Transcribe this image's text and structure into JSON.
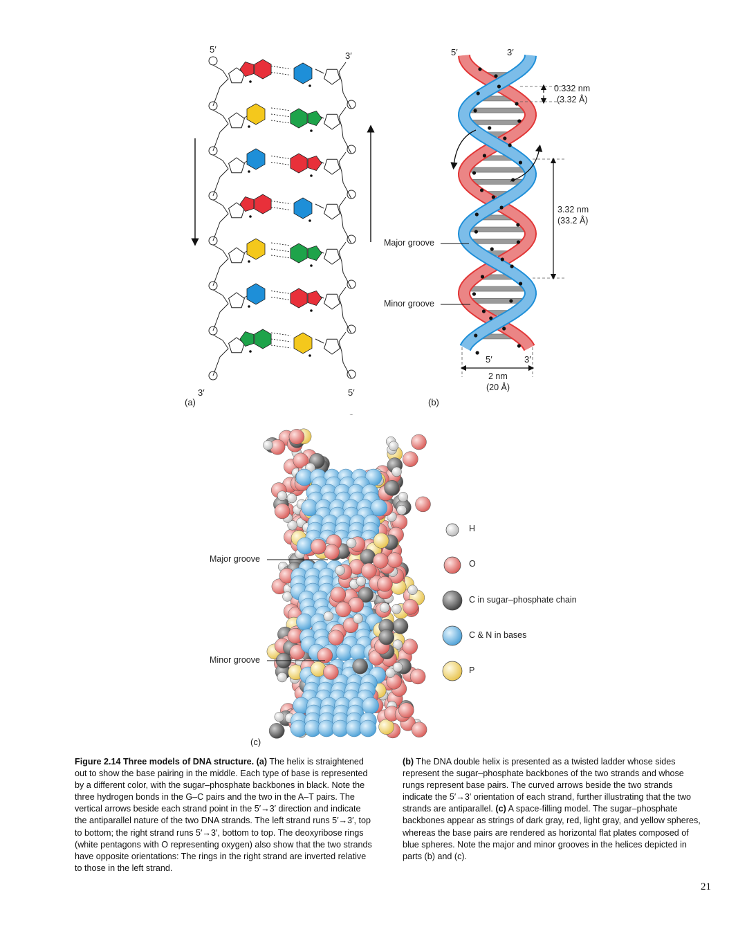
{
  "panel_a": {
    "label": "(a)",
    "end_top_left": "5′",
    "end_top_right": "3′",
    "end_bottom_left": "3′",
    "end_bottom_right": "5′",
    "base_pairs": [
      {
        "left": "red-purine",
        "right": "blue-pyrimidine",
        "bonds": 2
      },
      {
        "left": "yellow-pyrimidine",
        "right": "green-purine",
        "bonds": 3
      },
      {
        "left": "blue-pyrimidine",
        "right": "red-purine",
        "bonds": 2
      },
      {
        "left": "red-purine",
        "right": "blue-pyrimidine",
        "bonds": 2
      },
      {
        "left": "yellow-pyrimidine",
        "right": "green-purine",
        "bonds": 3
      },
      {
        "left": "blue-pyrimidine",
        "right": "red-purine",
        "bonds": 2
      },
      {
        "left": "green-purine",
        "right": "yellow-pyrimidine",
        "bonds": 3
      }
    ],
    "colors": {
      "red": "#e8303a",
      "blue": "#1e8fd8",
      "yellow": "#f4c81c",
      "green": "#1ea34a"
    }
  },
  "panel_b": {
    "label": "(b)",
    "top_left": "5′",
    "top_right": "3′",
    "bottom_left": "5′",
    "bottom_right": "3′",
    "rise_value": "0.332 nm",
    "rise_angstrom": "(3.32 Å)",
    "pitch_value": "3.32 nm",
    "pitch_angstrom": "(33.2 Å)",
    "width_value": "2 nm",
    "width_angstrom": "(20 Å)",
    "major_groove": "Major groove",
    "minor_groove": "Minor groove"
  },
  "panel_c": {
    "label": "(c)",
    "major_groove": "Major groove",
    "minor_groove": "Minor groove",
    "legend": [
      {
        "label": "H",
        "color": "#eeeeee"
      },
      {
        "label": "O",
        "color": "#f08a86"
      },
      {
        "label": "C in sugar–phosphate chain",
        "color": "#8a8a8a"
      },
      {
        "label": "C & N in bases",
        "color": "#7ec3ee"
      },
      {
        "label": "P",
        "color": "#f7e08a"
      }
    ]
  },
  "caption": {
    "title": "Figure 2.14 Three models of DNA structure.",
    "a_tag": "(a)",
    "a_text": "The helix is straightened out to show the base pairing in the middle. Each type of base is represented by a different color, with the sugar–phosphate backbones in black. Note the three hydrogen bonds in the G–C pairs and the two in the A–T pairs. The vertical arrows beside each strand point in the 5′→3′ direction and indicate the antiparallel nature of the two DNA strands. The left strand runs 5′→3′, top to bottom; the right strand runs 5′→3′, bottom to top. The deoxyribose rings (white pentagons with O representing oxygen) also show that the two strands have opposite orientations: The rings in the right strand are inverted relative to those in the left strand.",
    "b_tag": "(b)",
    "b_text": "The DNA double helix is presented as a twisted ladder whose sides represent the sugar–phosphate backbones of the two strands and whose rungs represent base pairs. The curved arrows beside the two strands indicate the 5′→3′ orientation of each strand, further illustrating that the two strands are antiparallel.",
    "c_tag": "(c)",
    "c_text": "A space-filling model. The sugar–phosphate backbones appear as strings of dark gray, red, light gray, and yellow spheres, whereas the base pairs are rendered as horizontal flat plates composed of blue spheres. Note the major and minor grooves in the helices depicted in parts (b) and (c)."
  },
  "page_number": "21"
}
